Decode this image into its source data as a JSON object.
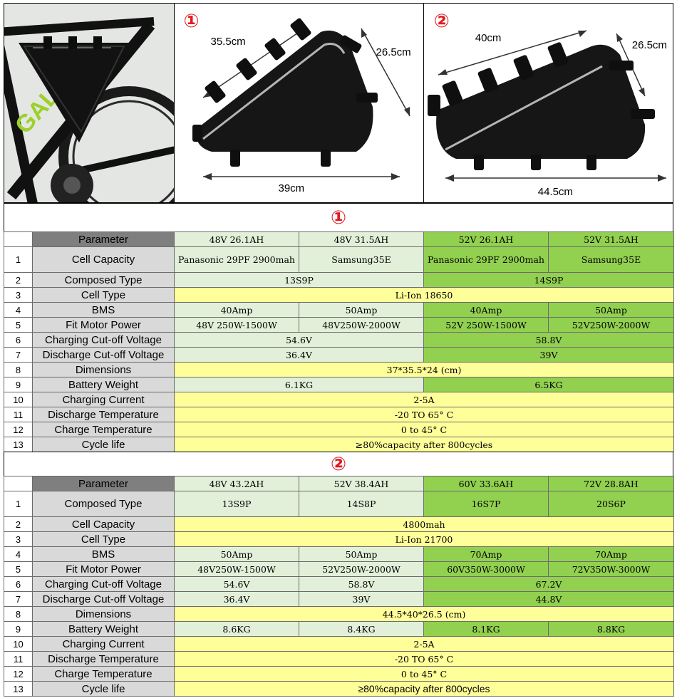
{
  "photos": {
    "badge_1": "①",
    "badge_2": "②",
    "bag1": {
      "top": "35.5cm",
      "side": "26.5cm",
      "bottom": "39cm"
    },
    "bag2": {
      "top": "40cm",
      "side": "26.5cm",
      "bottom": "44.5cm"
    }
  },
  "section1": {
    "title": "①",
    "header": {
      "param": "Parameter",
      "cols": [
        "48V 26.1AH",
        "48V 31.5AH",
        "52V 26.1AH",
        "52V 31.5AH"
      ]
    },
    "rows": [
      {
        "idx": "1",
        "param": "Cell Capacity",
        "vals": [
          "Panasonic 29PF 2900mah",
          "Samsung35E",
          "Panasonic 29PF 2900mah",
          "Samsung35E"
        ]
      },
      {
        "idx": "2",
        "param": "Composed Type",
        "vals": [
          "13S9P",
          "14S9P"
        ]
      },
      {
        "idx": "3",
        "param": "Cell Type",
        "vals": [
          "Li-Ion 18650"
        ]
      },
      {
        "idx": "4",
        "param": "BMS",
        "vals": [
          "40Amp",
          "50Amp",
          "40Amp",
          "50Amp"
        ]
      },
      {
        "idx": "5",
        "param": "Fit Motor Power",
        "vals": [
          "48V 250W-1500W",
          "48V250W-2000W",
          "52V 250W-1500W",
          "52V250W-2000W"
        ]
      },
      {
        "idx": "6",
        "param": "Charging Cut-off Voltage",
        "vals": [
          "54.6V",
          "58.8V"
        ]
      },
      {
        "idx": "7",
        "param": "Discharge Cut-off Voltage",
        "vals": [
          "36.4V",
          "39V"
        ]
      },
      {
        "idx": "8",
        "param": "Dimensions",
        "vals": [
          "37*35.5*24 (cm)"
        ]
      },
      {
        "idx": "9",
        "param": "Battery Weight",
        "vals": [
          "6.1KG",
          "6.5KG"
        ]
      },
      {
        "idx": "10",
        "param": "Charging Current",
        "vals": [
          "2-5A"
        ]
      },
      {
        "idx": "11",
        "param": "Discharge Temperature",
        "vals": [
          "-20 TO 65° C"
        ]
      },
      {
        "idx": "12",
        "param": "Charge Temperature",
        "vals": [
          "0 to 45° C"
        ]
      },
      {
        "idx": "13",
        "param": "Cycle life",
        "vals": [
          "≥80%capacity after 800cycles"
        ]
      }
    ]
  },
  "section2": {
    "title": "②",
    "header": {
      "param": "Parameter",
      "cols": [
        "48V 43.2AH",
        "52V 38.4AH",
        "60V 33.6AH",
        "72V 28.8AH"
      ]
    },
    "rows": [
      {
        "idx": "1",
        "param": "Composed Type",
        "vals": [
          "13S9P",
          "14S8P",
          "16S7P",
          "20S6P"
        ]
      },
      {
        "idx": "2",
        "param": "Cell Capacity",
        "vals": [
          "4800mah"
        ]
      },
      {
        "idx": "3",
        "param": "Cell Type",
        "vals": [
          "Li-Ion 21700"
        ]
      },
      {
        "idx": "4",
        "param": "BMS",
        "vals": [
          "50Amp",
          "50Amp",
          "70Amp",
          "70Amp"
        ]
      },
      {
        "idx": "5",
        "param": "Fit Motor Power",
        "vals": [
          "48V250W-1500W",
          "52V250W-2000W",
          "60V350W-3000W",
          "72V350W-3000W"
        ]
      },
      {
        "idx": "6",
        "param": "Charging Cut-off Voltage",
        "vals": [
          "54.6V",
          "58.8V",
          "67.2V"
        ]
      },
      {
        "idx": "7",
        "param": "Discharge Cut-off Voltage",
        "vals": [
          "36.4V",
          "39V",
          "44.8V"
        ]
      },
      {
        "idx": "8",
        "param": "Dimensions",
        "vals": [
          "44.5*40*26.5 (cm)"
        ]
      },
      {
        "idx": "9",
        "param": "Battery Weight",
        "vals": [
          "8.6KG",
          "8.4KG",
          "8.1KG",
          "8.8KG"
        ]
      },
      {
        "idx": "10",
        "param": "Charging Current",
        "vals": [
          "2-5A"
        ]
      },
      {
        "idx": "11",
        "param": "Discharge Temperature",
        "vals": [
          "-20 TO 65° C"
        ]
      },
      {
        "idx": "12",
        "param": "Charge Temperature",
        "vals": [
          "0 to 45° C"
        ]
      },
      {
        "idx": "13",
        "param": "Cycle life",
        "vals": [
          "≥80%capacity after 800cycles"
        ]
      }
    ]
  },
  "colors": {
    "light_green": "#e2f0d9",
    "dark_green": "#92d050",
    "yellow": "#ffff99",
    "param_grey": "#d9d9d9",
    "header_grey": "#7f7f7f",
    "badge_red": "#e0191d"
  }
}
